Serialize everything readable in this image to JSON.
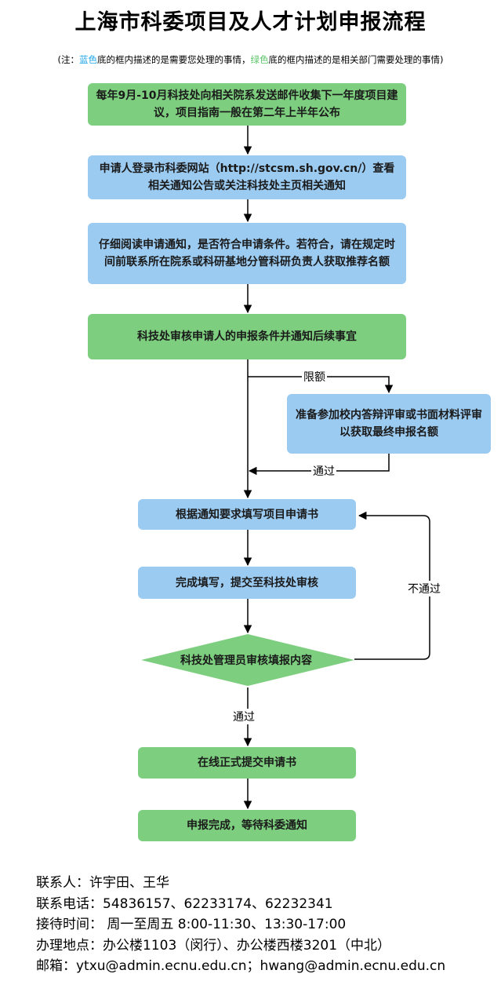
{
  "title": "上海市科委项目及人才计划申报流程",
  "note": {
    "prefix": "(注：",
    "blue_word": "蓝色",
    "middle": "底的框内描述的是需要您处理的事情，",
    "green_word": "绿色",
    "suffix": "底的框内描述的是相关部门需要处理的事情)"
  },
  "colors": {
    "green": "#7dcf7f",
    "blue": "#9ccbf2",
    "note_blue": "#22a7e8",
    "note_green": "#5ec46a"
  },
  "steps": {
    "collect": "每年9月-10月科技处向相关院系发送邮件收集下一年度项目建议，项目指南一般在第二年上半年公布",
    "login": "申请人登录市科委网站（http://stcsm.sh.gov.cn/）查看相关通知公告或关注科技处主页相关通知",
    "read": "仔细阅读申请通知，是否符合申请条件。若符合，请在规定时间前联系所在院系或科研基地分管科研负责人获取推荐名额",
    "review_eligibility": "科技处审核申请人的申报条件并通知后续事宜",
    "quota_review": "准备参加校内答辩评审或书面材料评审以获取最终申报名额",
    "fill": "根据通知要求填写项目申请书",
    "submit": "完成填写，提交至科技处审核",
    "admin_review": "科技处管理员审核填报内容",
    "online_submit": "在线正式提交申请书",
    "done": "申报完成，等待科委通知"
  },
  "edge_labels": {
    "quota": "限额",
    "pass_1": "通过",
    "not_pass": "不通过",
    "pass_2": "通过"
  },
  "contact": {
    "person": "联系人：许宇田、王华",
    "phone": "联系电话：54836157、62233174、62232341",
    "hours": "接待时间： 周一至周五 8:00-11:30、13:30-17:00",
    "address": "办理地点：办公楼1103（闵行）、办公楼西楼3201（中北）",
    "email": "邮箱：ytxu@admin.ecnu.edu.cn；hwang@admin.ecnu.edu.cn"
  }
}
